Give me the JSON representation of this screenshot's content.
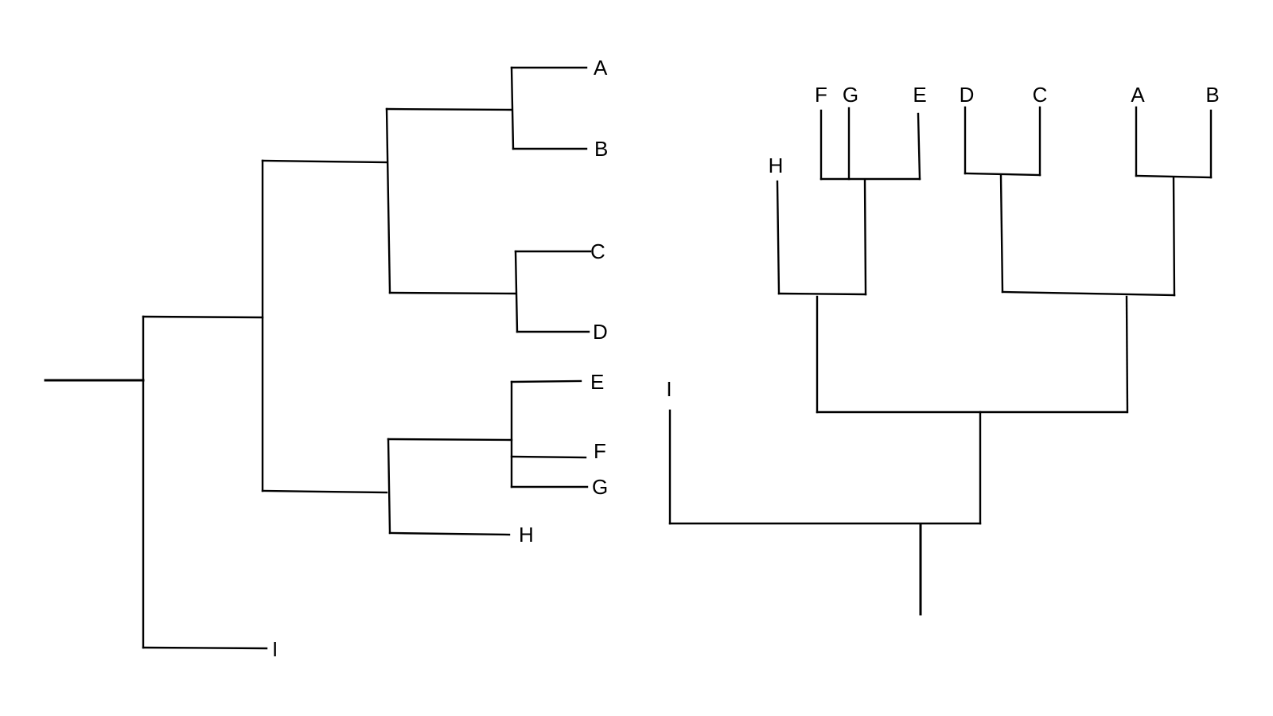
{
  "left_tree": {
    "orientation": "horizontal",
    "tips": [
      "A",
      "B",
      "C",
      "D",
      "E",
      "F",
      "G",
      "H",
      "I"
    ]
  },
  "right_tree": {
    "orientation": "vertical",
    "tips": [
      "F",
      "G",
      "E",
      "D",
      "C",
      "A",
      "B",
      "H",
      "I"
    ]
  },
  "colors": {
    "line": "#000000",
    "background": "#ffffff"
  }
}
